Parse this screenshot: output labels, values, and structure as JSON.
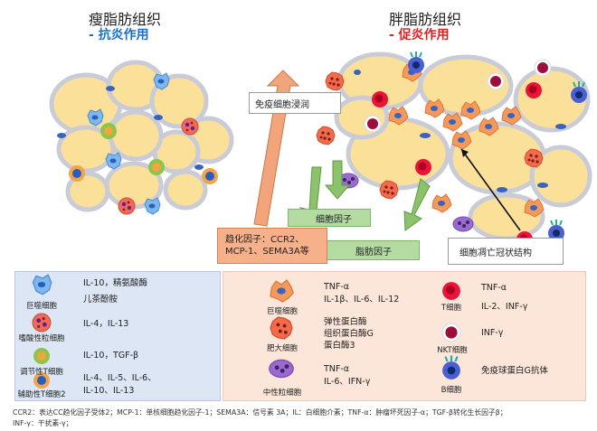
{
  "titles": {
    "lean_title": "瘦脂肪组织",
    "lean_subtitle": "- 抗炎作用",
    "obese_title": "胖脂肪组织",
    "obese_subtitle": "- 促炎作用"
  },
  "callouts": {
    "immune_infiltration": "免疫细胞浸润",
    "cytokines": "细胞因子",
    "adipokines": "脂肪因子",
    "crown_structure": "细胞凋亡冠状结构",
    "chemokines_line1": "趋化因子：CCR2、",
    "chemokines_line2": "MCP-1、SEMA3A等"
  },
  "lean_legend": [
    {
      "cell": "巨噬细胞",
      "text1": "IL-10，精氨酸酶",
      "text2": "儿茶酚胺"
    },
    {
      "cell": "嗜酸性粒细胞",
      "text1": "IL-4，IL-13",
      "text2": ""
    },
    {
      "cell": "调节性T细胞",
      "text1": "IL-10，TGF-β",
      "text2": ""
    },
    {
      "cell": "辅助性T细胞2",
      "text1": "IL-4、IL-5、IL-6、",
      "text2": "IL-10、IL-13"
    }
  ],
  "obese_legend_left": [
    {
      "cell": "巨噬细胞",
      "text1": "TNF-α",
      "text2": "IL-1β、IL-6、IL-12",
      "text3": ""
    },
    {
      "cell": "肥大细胞",
      "text1": "弹性蛋白酶",
      "text2": "组织蛋白酶G",
      "text3": "蛋白酶3"
    },
    {
      "cell": "中性粒细胞",
      "text1": "TNF-α",
      "text2": "IL-6、IFN-γ",
      "text3": ""
    }
  ],
  "obese_legend_right": [
    {
      "cell": "T细胞",
      "text1": "TNF-α",
      "text2": "IL-2、INF-γ"
    },
    {
      "cell": "NKT细胞",
      "text1": "INF-γ",
      "text2": ""
    },
    {
      "cell": "B细胞",
      "text1": "免疫球蛋白G抗体",
      "text2": ""
    }
  ],
  "footnote": {
    "line1": "CCR2：表达CC趋化因子受体2；MCP-1：单核细胞趋化因子-1；SEMA3A：信号素 3A；IL：白细胞介素；TNF-α：肿瘤坏死因子-α；TGF-β转化生长因子β；",
    "line2": "INF-γ：干扰素-γ；"
  },
  "colors": {
    "fat_cell": "#fbe09a",
    "fat_membrane": "#c9ccd6",
    "nucleus": "#3a63c0",
    "lean_panel": "#dce6f4",
    "obese_panel": "#fbe6d9",
    "blue_accent": "#1a6fc9",
    "red_accent": "#e02020",
    "green_arrow": "#8cc26b",
    "orange_arrow": "#f2a57a"
  }
}
